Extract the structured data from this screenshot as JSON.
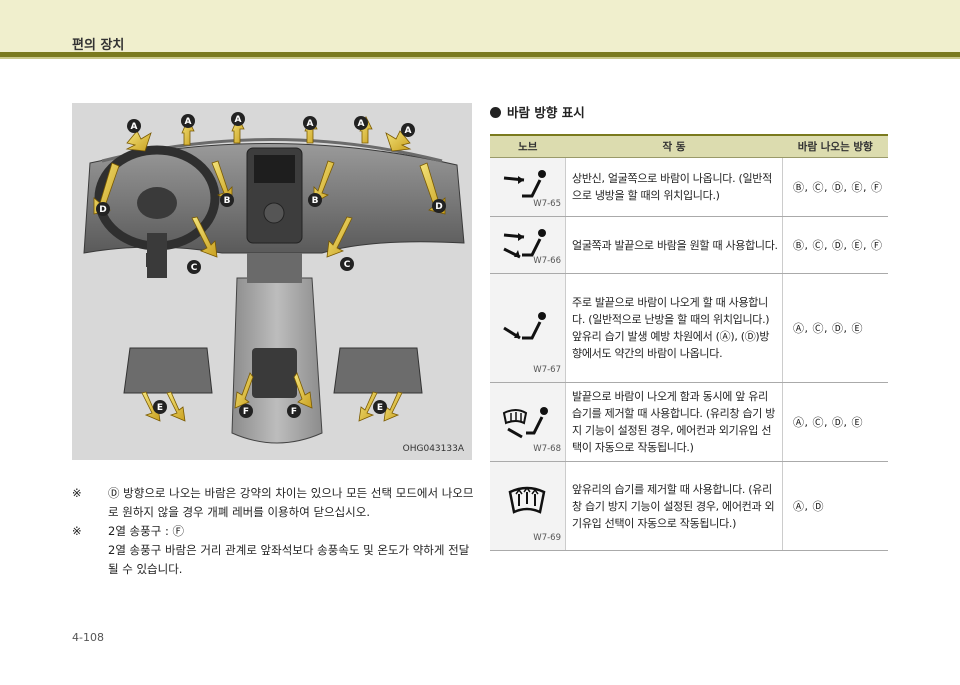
{
  "header": {
    "title": "편의 장치"
  },
  "figure": {
    "code": "OHG043133A",
    "labels": [
      "A",
      "A",
      "A",
      "A",
      "A",
      "A",
      "B",
      "B",
      "C",
      "C",
      "D",
      "D",
      "E",
      "E",
      "F",
      "F"
    ]
  },
  "notes": [
    {
      "mark": "※",
      "text": "Ⓓ 방향으로 나오는 바람은 강약의 차이는 있으나 모든 선택 모드에서 나오므로 원하지 않을 경우 개폐 레버를 이용하여 닫으십시오."
    },
    {
      "mark": "※",
      "label": "2열 송풍구 : Ⓕ",
      "text": "2열 송풍구 바람은 거리 관계로 앞좌석보다 송풍속도 및 온도가 약하게 전달될 수 있습니다."
    }
  ],
  "page_number": "4-108",
  "section": {
    "title": "바람 방향 표시",
    "headers": {
      "knob": "노브",
      "action": "작          동",
      "direction": "바람 나오는 방향"
    },
    "rows": [
      {
        "icon": "face-vent-icon",
        "code": "W7-65",
        "desc": "상반신, 얼굴쪽으로 바람이 나옵니다. (일반적으로 냉방을 할 때의 위치입니다.)",
        "dir": "Ⓑ, Ⓒ, Ⓓ, Ⓔ, Ⓕ"
      },
      {
        "icon": "face-floor-vent-icon",
        "code": "W7-66",
        "desc": "얼굴쪽과 발끝으로 바람을 원할 때 사용합니다.",
        "dir": "Ⓑ, Ⓒ, Ⓓ, Ⓔ, Ⓕ"
      },
      {
        "icon": "floor-vent-icon",
        "code": "W7-67",
        "desc": "주로 발끝으로 바람이 나오게 할 때 사용합니다. (일반적으로 난방을 할 때의 위치입니다.) 앞유리 습기 발생 예방 차원에서 (Ⓐ), (Ⓓ)방향에서도 약간의 바람이 나옵니다.",
        "dir": "Ⓐ, Ⓒ, Ⓓ, Ⓔ"
      },
      {
        "icon": "floor-defrost-vent-icon",
        "code": "W7-68",
        "desc": "발끝으로 바람이 나오게 함과 동시에 앞 유리 습기를 제거할 때 사용합니다. (유리창 습기 방지 기능이 설정된 경우, 에어컨과 외기유입 선택이 자동으로 작동됩니다.)",
        "dir": "Ⓐ, Ⓒ, Ⓓ, Ⓔ"
      },
      {
        "icon": "defrost-icon",
        "code": "W7-69",
        "desc": "앞유리의 습기를 제거할 때 사용합니다. (유리창 습기 방지 기능이 설정된 경우, 에어컨과 외기유입 선택이 자동으로 작동됩니다.)",
        "dir": "Ⓐ, Ⓓ"
      }
    ]
  }
}
